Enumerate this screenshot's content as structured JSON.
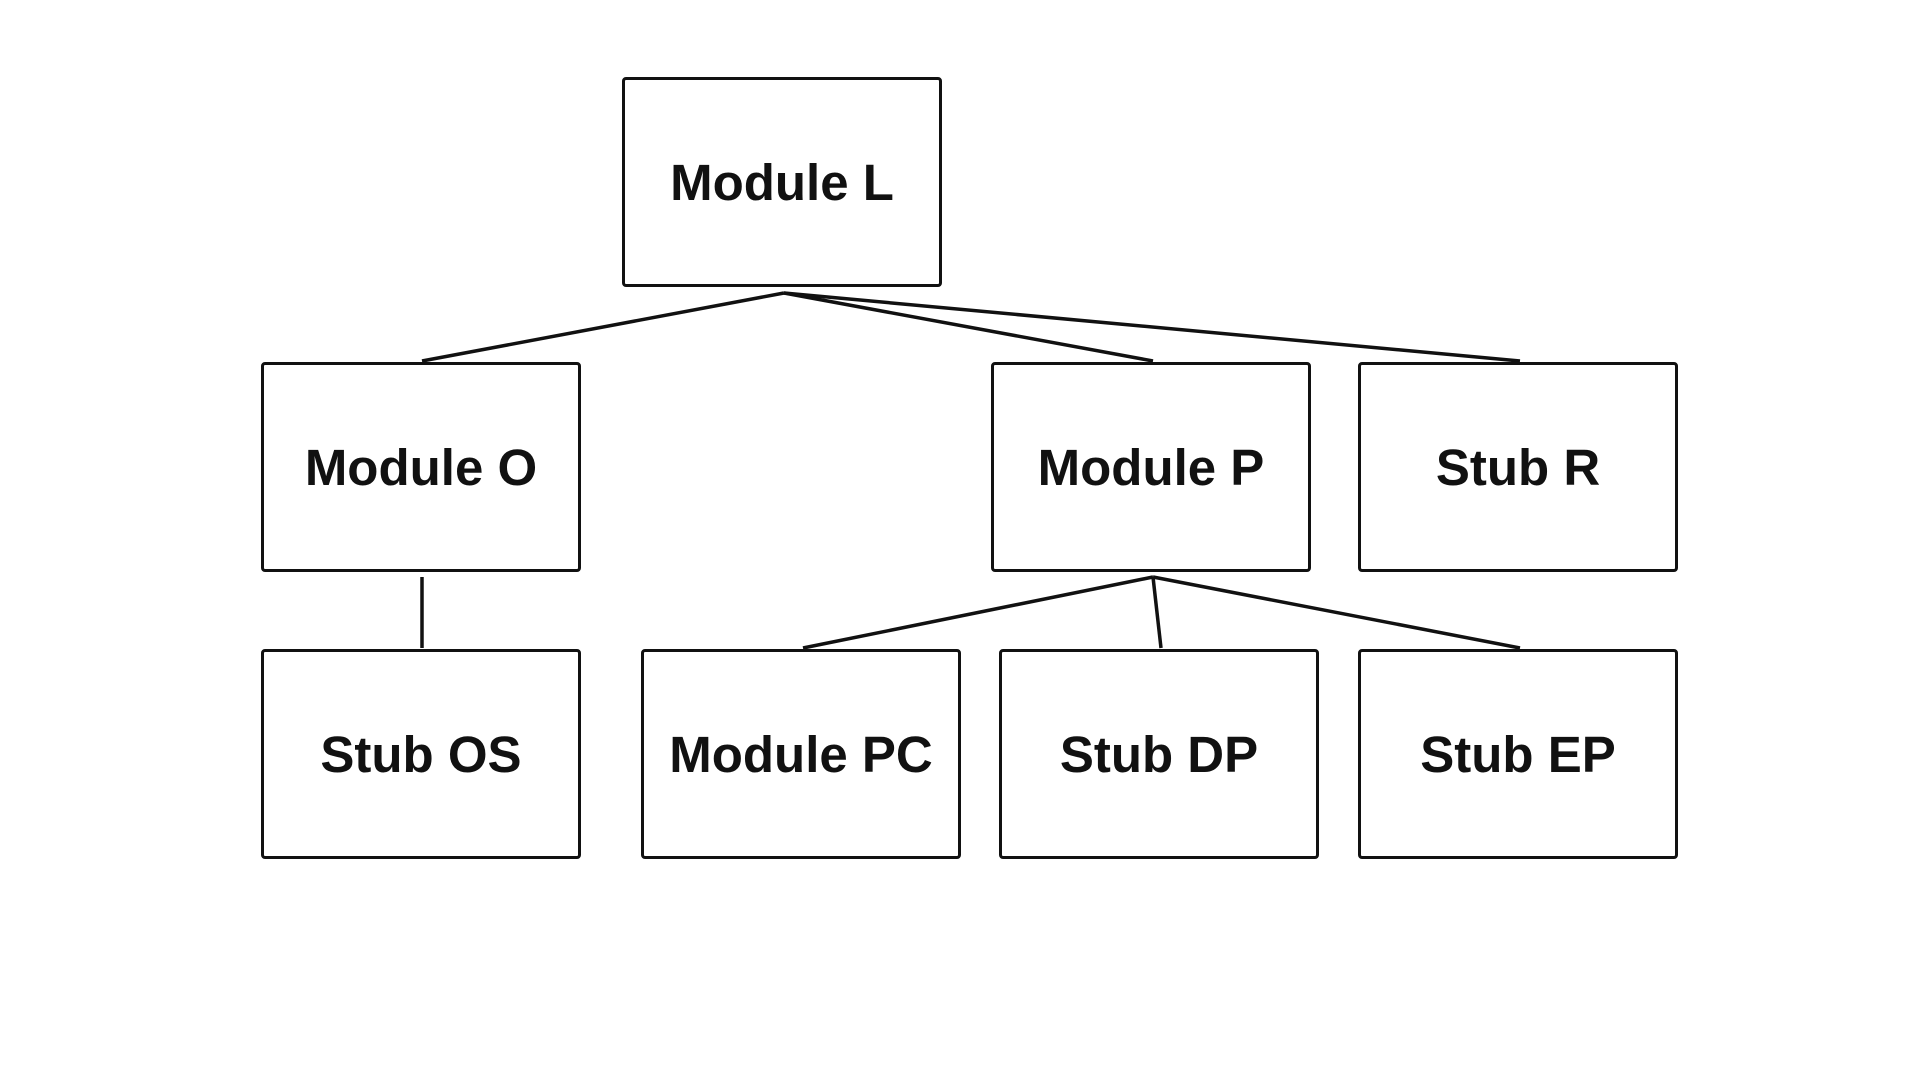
{
  "diagram": {
    "type": "hierarchy",
    "nodes": {
      "module_l": "Module L",
      "module_o": "Module O",
      "module_p": "Module P",
      "stub_r": "Stub R",
      "stub_os": "Stub OS",
      "module_pc": "Module PC",
      "stub_dp": "Stub DP",
      "stub_ep": "Stub EP"
    },
    "edges": [
      [
        "Module L",
        "Module O"
      ],
      [
        "Module L",
        "Module P"
      ],
      [
        "Module L",
        "Stub R"
      ],
      [
        "Module O",
        "Stub OS"
      ],
      [
        "Module P",
        "Module PC"
      ],
      [
        "Module P",
        "Stub DP"
      ],
      [
        "Module P",
        "Stub EP"
      ]
    ]
  },
  "colors": {
    "line": "#111111",
    "text": "#111111",
    "background": "#ffffff"
  }
}
